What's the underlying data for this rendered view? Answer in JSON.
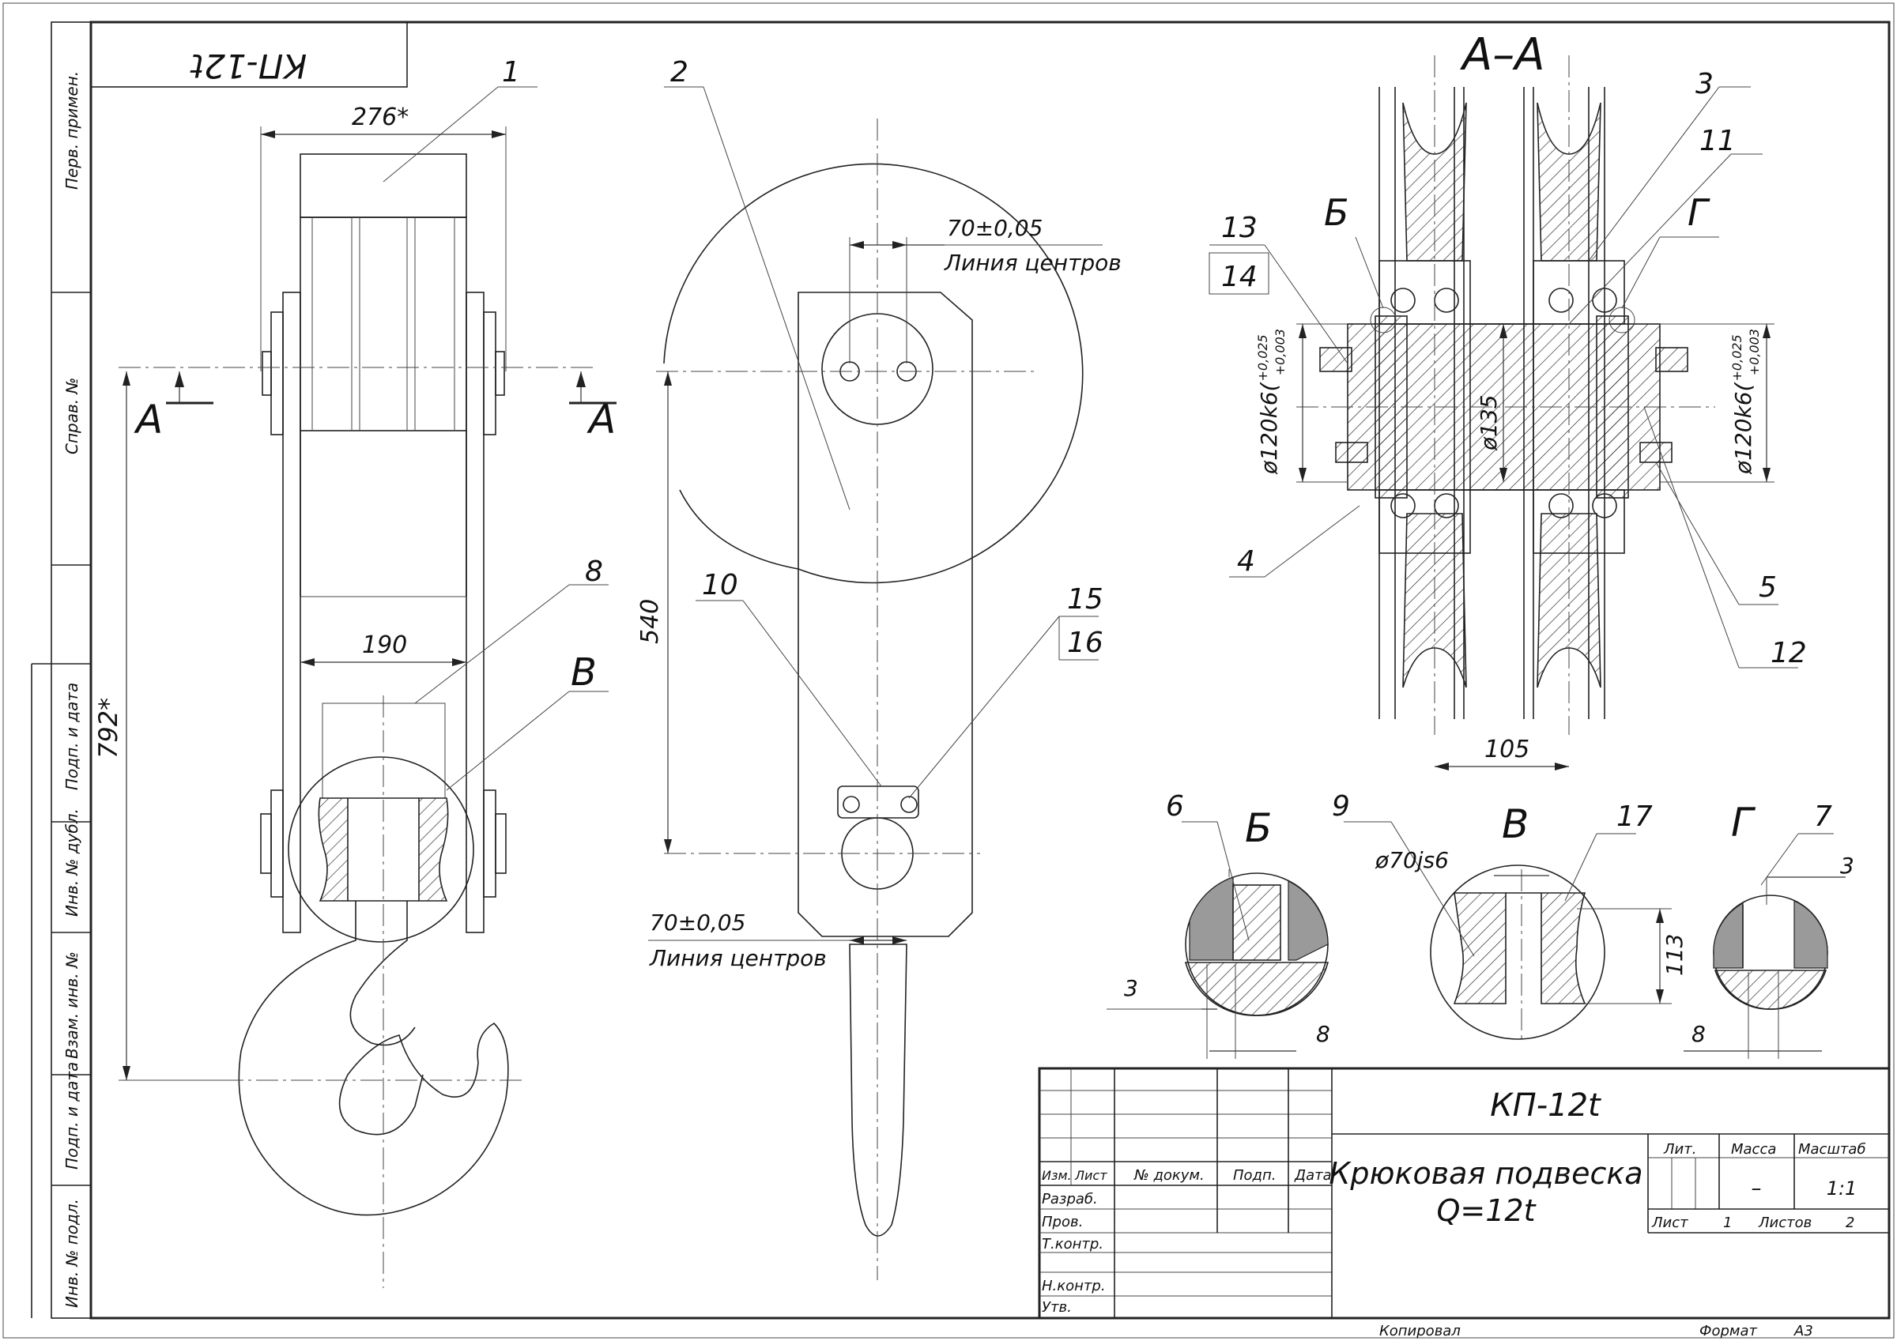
{
  "sheet": {
    "code_box": "КП-12t",
    "format_label": "Формат",
    "format_value": "А3",
    "copied_label": "Копировал"
  },
  "side_stamps": [
    "Перв. примен.",
    "Справ. №",
    "Подп. и дата",
    "Инв. № дубл.",
    "Взам. инв. №",
    "Подп. и дата",
    "Инв. № подл."
  ],
  "views": {
    "section_aa": "А–А",
    "cut_left": "А",
    "cut_right": "А",
    "detail_b_main": "В",
    "detail_b": "Б",
    "detail_v": "В",
    "detail_g": "Г",
    "mark_b_section": "Б",
    "mark_g_section": "Г"
  },
  "positions": [
    "1",
    "2",
    "3",
    "4",
    "5",
    "6",
    "7",
    "8",
    "9",
    "10",
    "11",
    "12",
    "13",
    "14",
    "15",
    "16",
    "17"
  ],
  "dimensions": {
    "d276": "276*",
    "d190": "190",
    "d792": "792*",
    "d540": "540",
    "d70_top": "70±0,05",
    "centers_top": "Линия центров",
    "d70_bottom": "70±0,05",
    "centers_bottom": "Линия центров",
    "d135": "ø135",
    "d120_left": "ø120k6(",
    "d120_right": "ø120k6(",
    "tol_up": "+0,025",
    "tol_low": "+0,003",
    "d105": "105",
    "d3_b": "3",
    "d8_b": "8",
    "d70js6": "ø70js6",
    "d113": "113",
    "d3_g": "3",
    "d8_g": "8"
  },
  "title_block": {
    "designation": "КП-12t",
    "name_line1": "Крюковая подвеска",
    "name_line2": "Q=12t",
    "head_izm": "Изм.",
    "head_list": "Лист",
    "head_docnum": "№ докум.",
    "head_sign": "Подп.",
    "head_date": "Дата",
    "row_razrab": "Разраб.",
    "row_prov": "Пров.",
    "row_tkontr": "Т.контр.",
    "row_nkontr": "Н.контр.",
    "row_utv": "Утв.",
    "lit": "Лит.",
    "massa": "Масса",
    "masshtab": "Масштаб",
    "massa_value": "–",
    "scale_value": "1:1",
    "sheet_label": "Лист",
    "sheet_value": "1",
    "sheets_label": "Листов",
    "sheets_value": "2"
  },
  "colors": {
    "line": "#222222",
    "hatch": "#222222",
    "shade": "#9a9a9a",
    "background": "#ffffff"
  }
}
